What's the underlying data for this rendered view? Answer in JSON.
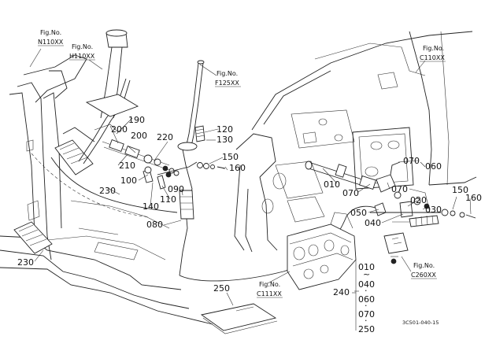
{
  "fig_refs": {
    "n110": [
      "Fig.No.",
      "N110XX"
    ],
    "h110": [
      "Fig.No.",
      "H110XX"
    ],
    "f125": [
      "Fig.No.",
      "F125XX"
    ],
    "c110": [
      "Fig.No.",
      "C110XX"
    ],
    "c260": [
      "Fig.No.",
      "C260XX"
    ],
    "c111": [
      "Fig.No.",
      "C111XX"
    ]
  },
  "callouts": {
    "c190": "190",
    "c200a": "200",
    "c200b": "200",
    "c210": "210",
    "c220": "220",
    "c120": "120",
    "c130": "130",
    "c150a": "150",
    "c160a": "160",
    "c230a": "230",
    "c230b": "230",
    "c100": "100",
    "c110": "110",
    "c140": "140",
    "c090": "090",
    "c080": "080",
    "c010": "010",
    "c070a": "070",
    "c070b": "070",
    "c070c": "070",
    "c060": "060",
    "c020": "020",
    "c030": "030",
    "c050": "050",
    "c040": "040",
    "c150b": "150",
    "c160b": "160",
    "c250": "250",
    "c240": "240"
  },
  "kit_list": [
    "010",
    "040",
    "060",
    "070",
    "250"
  ],
  "kit_dots": [
    "~",
    "·",
    "·",
    "·"
  ],
  "drawing_code": "3C501-040-15"
}
